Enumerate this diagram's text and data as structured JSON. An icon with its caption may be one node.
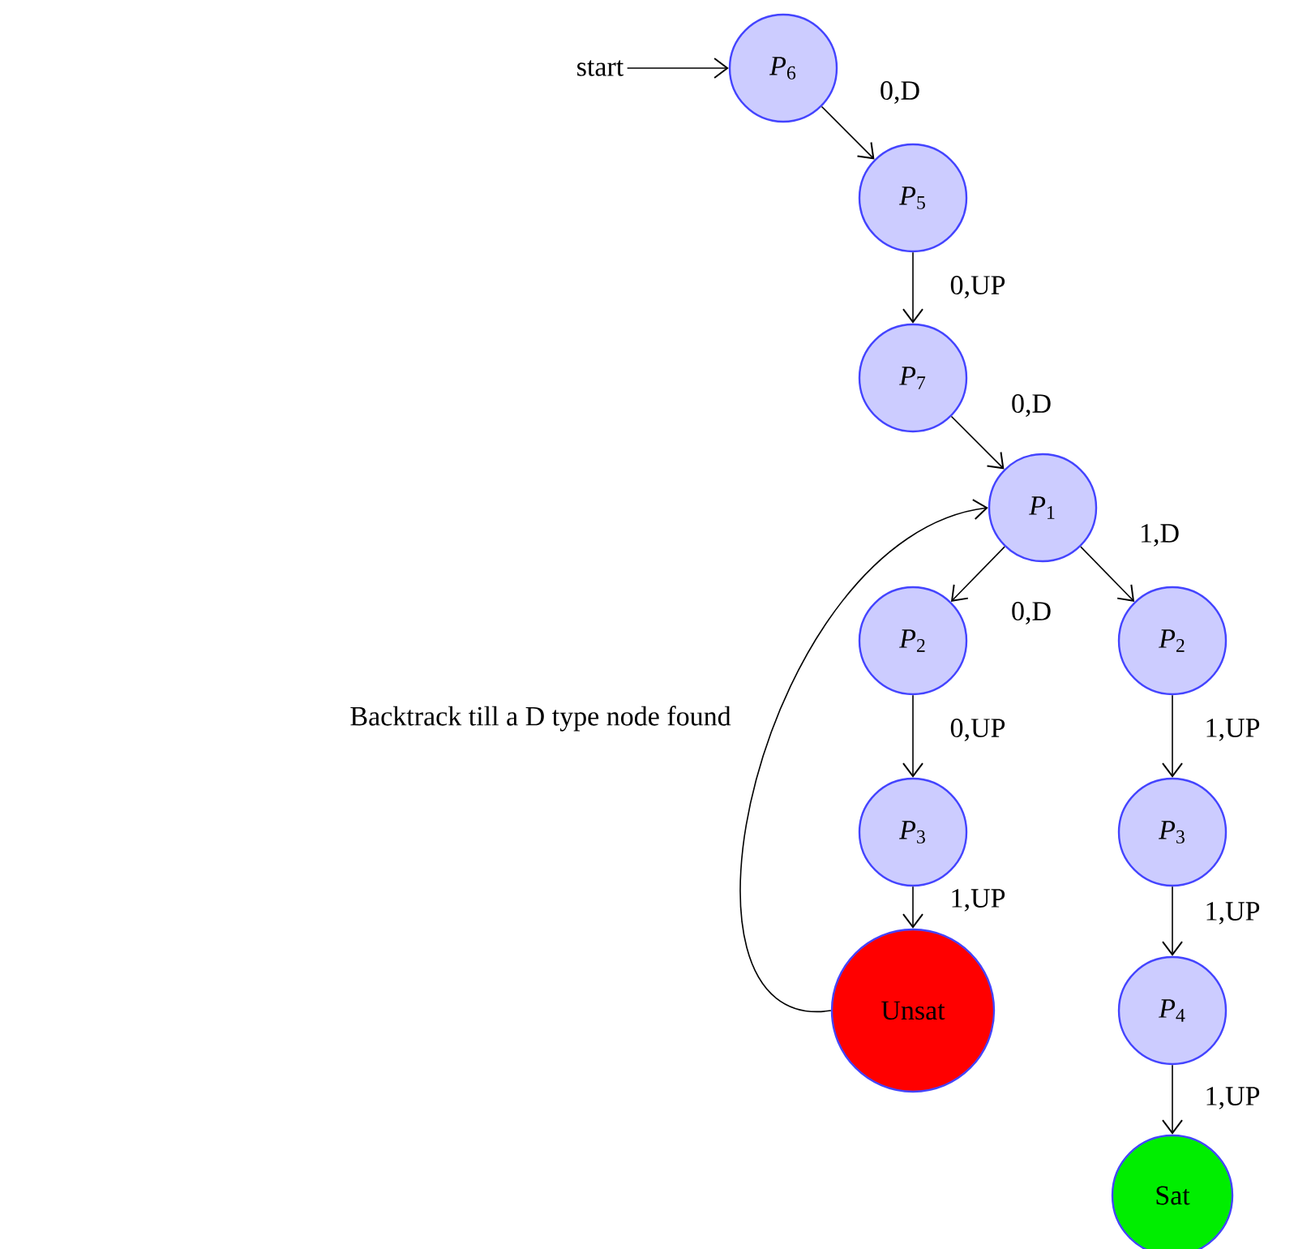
{
  "diagram": {
    "nodes": [
      {
        "text": [
          "start"
        ]
      },
      {
        "text": [
          "*P*$_{6}$"
        ]
      },
      {
        "text": [
          "*P*$_{5}$"
        ]
      },
      {
        "text": [
          "*P*$_{7}$"
        ]
      },
      {
        "text": [
          "*P*$_{1}$"
        ]
      },
      {
        "text": [
          "*P*$_{2}$"
        ]
      },
      {
        "text": [
          "*P*$_{2}$"
        ]
      },
      {
        "text": [
          "*P*$_{3}$"
        ]
      },
      {
        "text": [
          "*P*$_{3}$"
        ]
      },
      {
        "text": [
          "Unsat"
        ]
      },
      {
        "text": [
          "*P*$_{4}$"
        ]
      },
      {
        "text": [
          "Sat"
        ]
      }
    ],
    "edges": [
      {
        "from": 0,
        "to": 1,
        "arrow": "to"
      },
      {
        "from": 1,
        "to": 2,
        "arrow": "to",
        "label": "0,D"
      },
      {
        "from": 2,
        "to": 3,
        "arrow": "to",
        "label": "0,UP"
      },
      {
        "from": 3,
        "to": 4,
        "arrow": "to",
        "label": "0,D"
      },
      {
        "from": 4,
        "to": 5,
        "arrow": "to",
        "label": "0,D"
      },
      {
        "from": 4,
        "to": 6,
        "arrow": "to",
        "label": "1,D"
      },
      {
        "from": 5,
        "to": 7,
        "arrow": "to",
        "label": "0,UP"
      },
      {
        "from": 6,
        "to": 8,
        "arrow": "to",
        "label": "1,UP"
      },
      {
        "from": 7,
        "to": 9,
        "arrow": "to",
        "label": "1,UP"
      },
      {
        "from": 8,
        "to": 10,
        "arrow": "to",
        "label": "1,UP"
      },
      {
        "from": 10,
        "to": 11,
        "arrow": "to",
        "label": "1,UP"
      },
      {
        "from": 9,
        "to": 4,
        "arrow": "to",
        "label": "Backtrack till a D type node found"
      }
    ]
  }
}
